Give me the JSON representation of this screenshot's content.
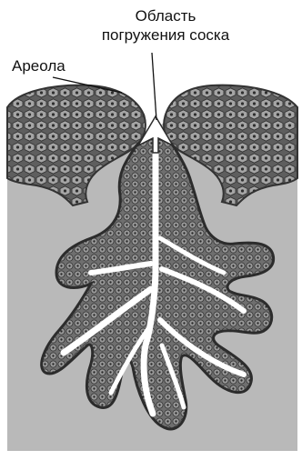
{
  "figure": {
    "labels": {
      "nipple_region_line1": "Область",
      "nipple_region_line2": "погружения соска",
      "areola": "Ареола"
    }
  },
  "colors": {
    "background": "#ffffff",
    "stroma": "#b9b9b9",
    "epithelium": "#7a7a7a",
    "cell_outline": "#3a3a3a",
    "cell_nucleus": "#2b2b2b",
    "duct_lumen": "#ffffff",
    "label_text": "#111111"
  },
  "icons": {
    "pointer": "leader-line"
  }
}
